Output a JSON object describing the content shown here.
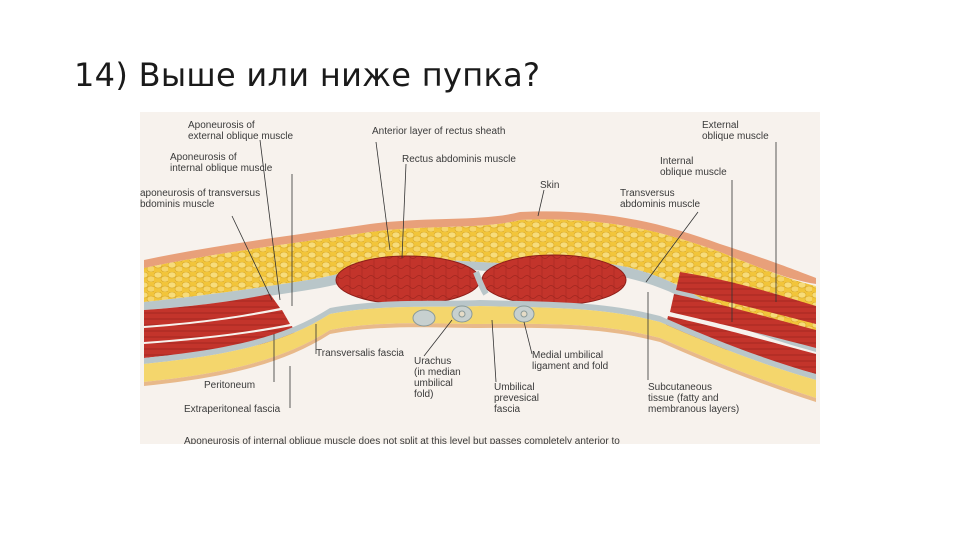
{
  "slide": {
    "title": "14) Выше или ниже пупка?"
  },
  "figure": {
    "labels": {
      "aponeurosis_external": "Aponeurosis of\nexternal oblique muscle",
      "aponeurosis_internal": "Aponeurosis of\ninternal oblique muscle",
      "aponeurosis_transversus": "aponeurosis of transversus\nbdominis muscle",
      "anterior_layer": "Anterior layer of rectus sheath",
      "rectus_abdominis": "Rectus abdominis muscle",
      "skin": "Skin",
      "external_oblique": "External\noblique muscle",
      "internal_oblique": "Internal\noblique muscle",
      "transversus": "Transversus\nabdominis muscle",
      "transversalis_fascia": "Transversalis fascia",
      "peritoneum": "Peritoneum",
      "extraperitoneal_fascia": "Extraperitoneal fascia",
      "urachus": "Urachus\n(in median\numbilical\nfold)",
      "umbilical_prevesical_fascia": "Umbilical\nprevesical\nfascia",
      "medial_umbilical": "Medial umbilical\nligament and fold",
      "subcutaneous_tissue": "Subcutaneous\ntissue (fatty and\nmembranous layers)",
      "bottom_caption": "Aponeurosis of internal oblique muscle does not split at this level but passes completely anterior to"
    },
    "colors": {
      "fat": "#f2c53a",
      "fat_light": "#f7dc7a",
      "muscle": "#c3342b",
      "muscle_dark": "#8e1f19",
      "fascia": "#b9c6c9",
      "skin": "#e8a07a",
      "background": "#f7f2ed"
    }
  }
}
